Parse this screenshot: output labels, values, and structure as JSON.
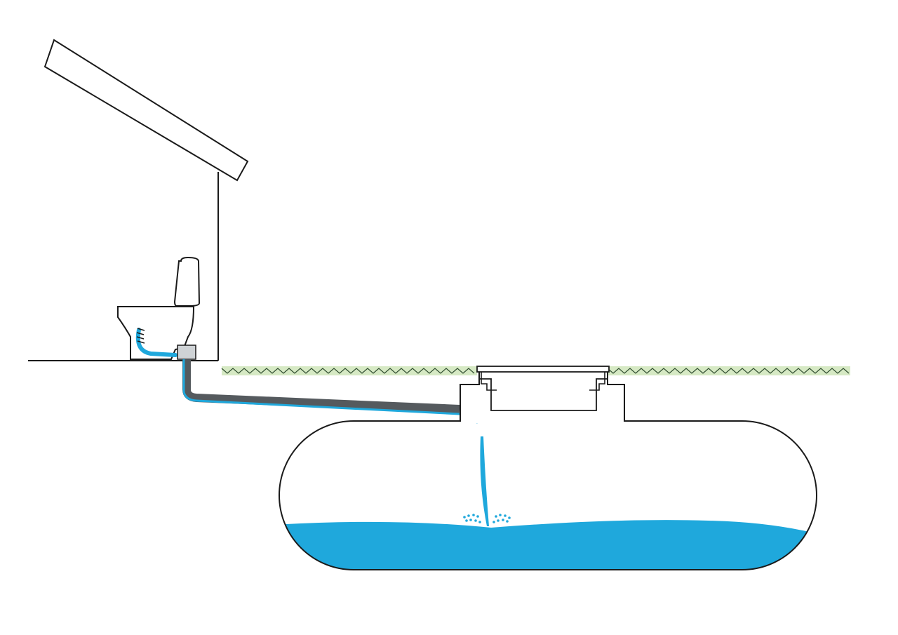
{
  "colors": {
    "outline": "#1a1a1a",
    "water": "#1fa8dc",
    "pipe": "#555a5e",
    "grass_fill": "#d6e9c4",
    "grass_line": "#2e4b2e",
    "background": "#ffffff"
  },
  "icons": [
    "house-roof",
    "toilet",
    "drain-pipe",
    "ground-grass",
    "tank-lid",
    "septic-tank",
    "water-stream"
  ]
}
